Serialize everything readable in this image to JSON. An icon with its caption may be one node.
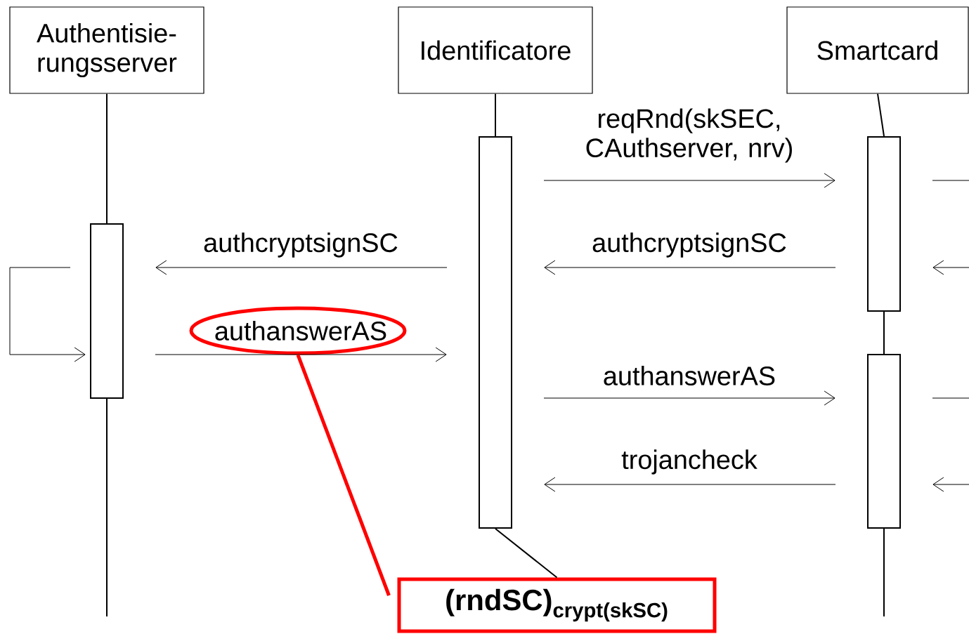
{
  "diagram": {
    "nodes": [
      {
        "text": [
          "Authentisie- rungsserver"
        ]
      },
      {
        "text": [
          "Identificatore"
        ]
      },
      {
        "text": [
          "Smartcard"
        ]
      },
      {
        "text": [],
        "shape": "bar"
      },
      {
        "text": [],
        "shape": "bar"
      },
      {
        "text": [],
        "shape": "bar"
      },
      {
        "text": [],
        "shape": "bar"
      },
      {
        "text": [],
        "shape": "ellipse"
      },
      {
        "text": [
          "\\textbf{(rndSC)}_{\\textbf{crypt(skSC)}}"
        ]
      }
    ],
    "edges": [
      {
        "from": 0,
        "to": 3,
        "arrow": "none"
      },
      {
        "from": 3,
        "to": null,
        "arrow": "none"
      },
      {
        "from": 1,
        "to": 4,
        "arrow": "none"
      },
      {
        "from": 4,
        "to": 8,
        "arrow": "none"
      },
      {
        "from": 2,
        "to": 5,
        "arrow": "none"
      },
      {
        "from": 5,
        "to": 6,
        "arrow": "none"
      },
      {
        "from": 6,
        "to": null,
        "arrow": "none"
      },
      {
        "from": 4,
        "to": 5,
        "arrow": "to",
        "label": "reqRnd(skSEC, CAuthserver, nrv)"
      },
      {
        "from": 5,
        "to": 4,
        "arrow": "to",
        "label": "authcryptsignSC"
      },
      {
        "from": 4,
        "to": 3,
        "arrow": "to",
        "label": "authcryptsignSC"
      },
      {
        "from": 3,
        "to": 4,
        "arrow": "to",
        "label": "authanswerAS"
      },
      {
        "from": 4,
        "to": 6,
        "arrow": "to",
        "label": "authanswerAS"
      },
      {
        "from": 6,
        "to": 4,
        "arrow": "to",
        "label": "trojancheck"
      },
      {
        "from": null,
        "to": 3,
        "arrow": "to"
      },
      {
        "from": 8,
        "to": 7,
        "arrow": "none",
        "style": "thick",
        "color": "#ff0000"
      }
    ]
  }
}
